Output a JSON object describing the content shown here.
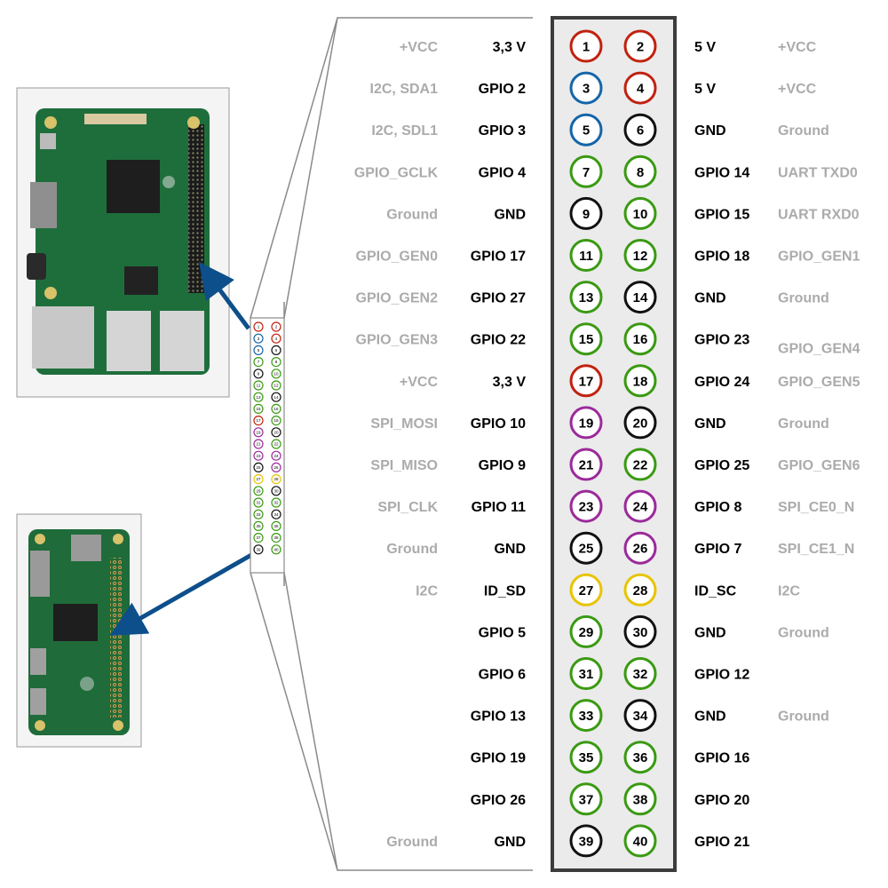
{
  "pin_colors": {
    "power": "#c0220f",
    "i2c": "#1565a8",
    "ground": "#111111",
    "gpio": "#3a9a12",
    "spi": "#9b2a9b",
    "eeprom": "#e7c400"
  },
  "accent_arrow_color": "#0d4f8a",
  "header_box_color": "#3c3c3c",
  "header_fill": "#f0f0f0",
  "board_icons": [
    "raspberry-pi-3-photo",
    "raspberry-pi-zero-photo"
  ],
  "rows": [
    {
      "odd_pin": "1",
      "odd_kind": "power",
      "left_name": "3,3 V",
      "left_func": "+VCC",
      "even_pin": "2",
      "even_kind": "power",
      "right_name": "5 V",
      "right_func": "+VCC"
    },
    {
      "odd_pin": "3",
      "odd_kind": "i2c",
      "left_name": "GPIO 2",
      "left_func": "I2C, SDA1",
      "even_pin": "4",
      "even_kind": "power",
      "right_name": "5 V",
      "right_func": "+VCC"
    },
    {
      "odd_pin": "5",
      "odd_kind": "i2c",
      "left_name": "GPIO 3",
      "left_func": "I2C, SDL1",
      "even_pin": "6",
      "even_kind": "ground",
      "right_name": "GND",
      "right_func": "Ground"
    },
    {
      "odd_pin": "7",
      "odd_kind": "gpio",
      "left_name": "GPIO 4",
      "left_func": "GPIO_GCLK",
      "even_pin": "8",
      "even_kind": "gpio",
      "right_name": "GPIO 14",
      "right_func": "UART TXD0"
    },
    {
      "odd_pin": "9",
      "odd_kind": "ground",
      "left_name": "GND",
      "left_func": "Ground",
      "even_pin": "10",
      "even_kind": "gpio",
      "right_name": "GPIO 15",
      "right_func": "UART RXD0"
    },
    {
      "odd_pin": "11",
      "odd_kind": "gpio",
      "left_name": "GPIO 17",
      "left_func": "GPIO_GEN0",
      "even_pin": "12",
      "even_kind": "gpio",
      "right_name": "GPIO 18",
      "right_func": "GPIO_GEN1"
    },
    {
      "odd_pin": "13",
      "odd_kind": "gpio",
      "left_name": "GPIO 27",
      "left_func": "GPIO_GEN2",
      "even_pin": "14",
      "even_kind": "ground",
      "right_name": "GND",
      "right_func": "Ground"
    },
    {
      "odd_pin": "15",
      "odd_kind": "gpio",
      "left_name": "GPIO 22",
      "left_func": "GPIO_GEN3",
      "even_pin": "16",
      "even_kind": "gpio",
      "right_name": "GPIO 23",
      "right_func": "GPIO_GEN4"
    },
    {
      "odd_pin": "17",
      "odd_kind": "power",
      "left_name": "3,3 V",
      "left_func": "+VCC",
      "even_pin": "18",
      "even_kind": "gpio",
      "right_name": "GPIO 24",
      "right_func": "GPIO_GEN5"
    },
    {
      "odd_pin": "19",
      "odd_kind": "spi",
      "left_name": "GPIO 10",
      "left_func": "SPI_MOSI",
      "even_pin": "20",
      "even_kind": "ground",
      "right_name": "GND",
      "right_func": "Ground"
    },
    {
      "odd_pin": "21",
      "odd_kind": "spi",
      "left_name": "GPIO 9",
      "left_func": "SPI_MISO",
      "even_pin": "22",
      "even_kind": "gpio",
      "right_name": "GPIO 25",
      "right_func": "GPIO_GEN6"
    },
    {
      "odd_pin": "23",
      "odd_kind": "spi",
      "left_name": "GPIO 11",
      "left_func": "SPI_CLK",
      "even_pin": "24",
      "even_kind": "spi",
      "right_name": "GPIO 8",
      "right_func": "SPI_CE0_N"
    },
    {
      "odd_pin": "25",
      "odd_kind": "ground",
      "left_name": "GND",
      "left_func": "Ground",
      "even_pin": "26",
      "even_kind": "spi",
      "right_name": "GPIO 7",
      "right_func": "SPI_CE1_N"
    },
    {
      "odd_pin": "27",
      "odd_kind": "eeprom",
      "left_name": "ID_SD",
      "left_func": "I2C",
      "even_pin": "28",
      "even_kind": "eeprom",
      "right_name": "ID_SC",
      "right_func": "I2C"
    },
    {
      "odd_pin": "29",
      "odd_kind": "gpio",
      "left_name": "GPIO 5",
      "left_func": "",
      "even_pin": "30",
      "even_kind": "ground",
      "right_name": "GND",
      "right_func": "Ground"
    },
    {
      "odd_pin": "31",
      "odd_kind": "gpio",
      "left_name": "GPIO 6",
      "left_func": "",
      "even_pin": "32",
      "even_kind": "gpio",
      "right_name": "GPIO 12",
      "right_func": ""
    },
    {
      "odd_pin": "33",
      "odd_kind": "gpio",
      "left_name": "GPIO 13",
      "left_func": "",
      "even_pin": "34",
      "even_kind": "ground",
      "right_name": "GND",
      "right_func": "Ground"
    },
    {
      "odd_pin": "35",
      "odd_kind": "gpio",
      "left_name": "GPIO 19",
      "left_func": "",
      "even_pin": "36",
      "even_kind": "gpio",
      "right_name": "GPIO 16",
      "right_func": ""
    },
    {
      "odd_pin": "37",
      "odd_kind": "gpio",
      "left_name": "GPIO 26",
      "left_func": "",
      "even_pin": "38",
      "even_kind": "gpio",
      "right_name": "GPIO 20",
      "right_func": ""
    },
    {
      "odd_pin": "39",
      "odd_kind": "ground",
      "left_name": "GND",
      "left_func": "Ground",
      "even_pin": "40",
      "even_kind": "gpio",
      "right_name": "GPIO 21",
      "right_func": ""
    }
  ]
}
